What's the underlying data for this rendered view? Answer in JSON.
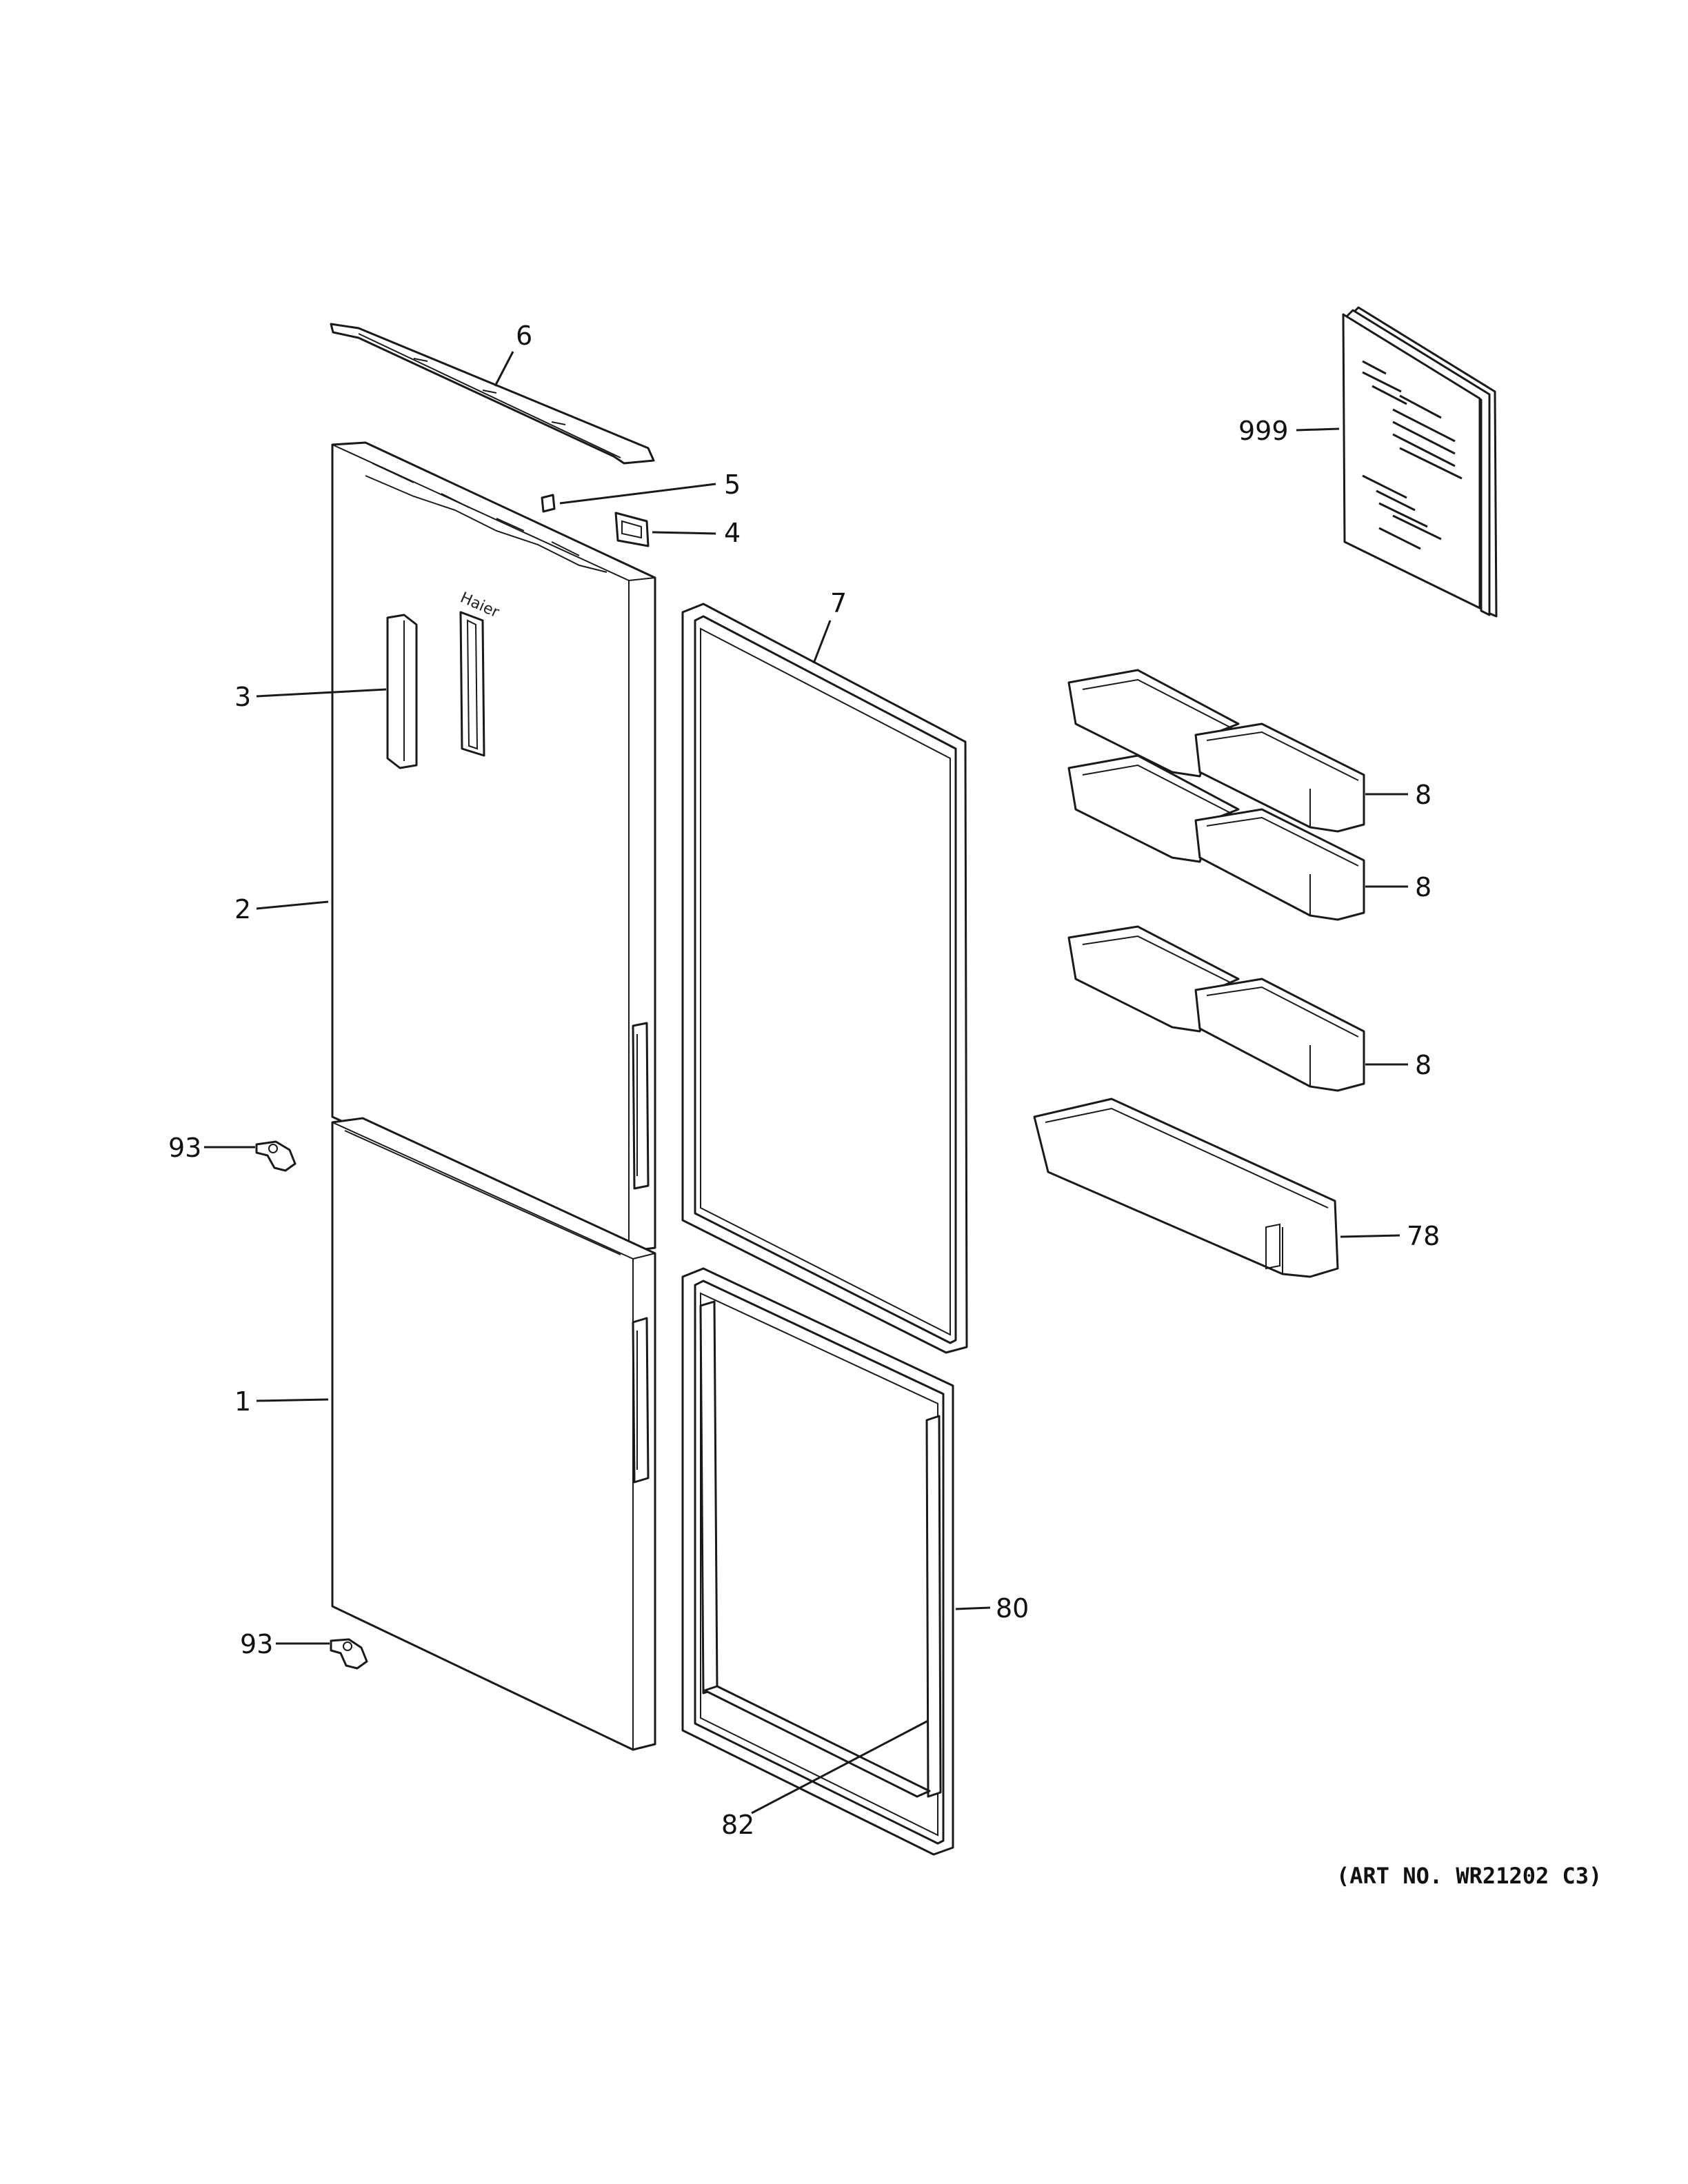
{
  "callouts": {
    "c6": "6",
    "c5": "5",
    "c4": "4",
    "c3": "3",
    "c2": "2",
    "c1": "1",
    "c93a": "93",
    "c93b": "93",
    "c7": "7",
    "c80": "80",
    "c82": "82",
    "c999": "999",
    "c8a": "8",
    "c8b": "8",
    "c8c": "8",
    "c78": "78"
  },
  "art_number": "(ART NO. WR21202 C3)",
  "brand_mark": "Haier"
}
